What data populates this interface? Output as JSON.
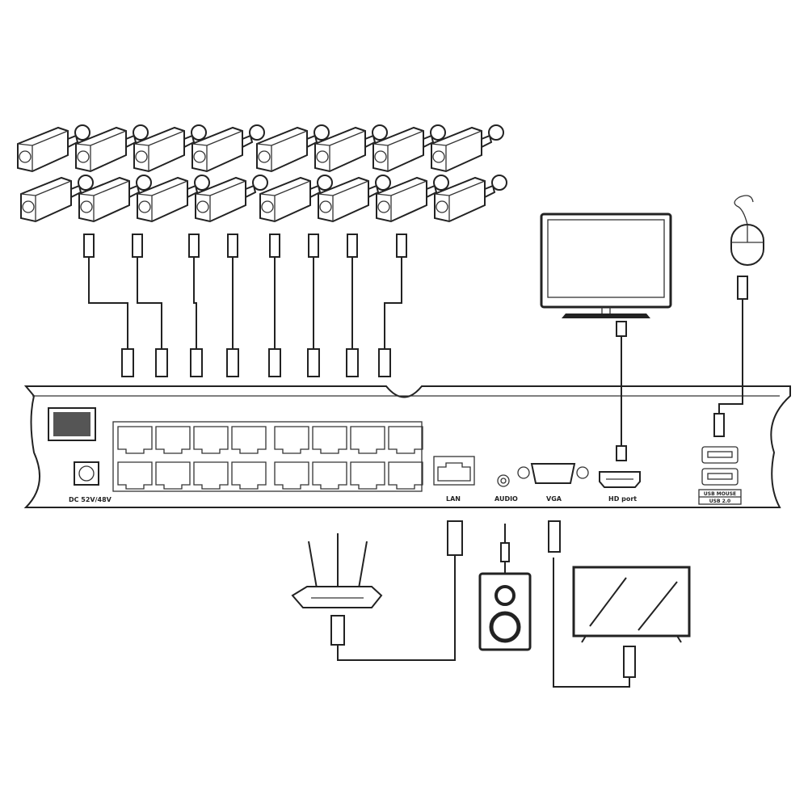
{
  "labels": {
    "power": "DC 52V/48V",
    "lan": "LAN",
    "audio": "AUDIO",
    "vga": "VGA",
    "hd": "HD port",
    "usb_line1": "USB MOUSE",
    "usb_line2": "USB 2.0"
  },
  "devices": {
    "cameras_count": 16,
    "poe_ports": 16
  },
  "colors": {
    "line": "#222222",
    "background": "#ffffff"
  }
}
